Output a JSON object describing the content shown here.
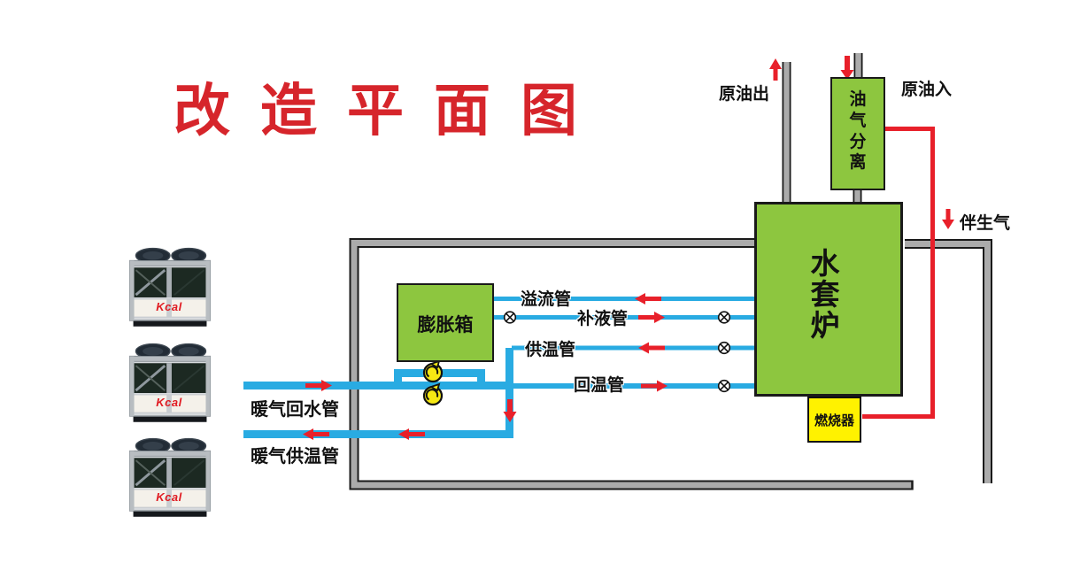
{
  "title": "改造平面图",
  "colors": {
    "title_red": "#d6252b",
    "flow_red": "#e8202a",
    "pipe_blue": "#29abe2",
    "equipment_green": "#8dc63f",
    "burner_yellow": "#fff200",
    "duct_gray": "#ababab",
    "outline_black": "#1a1a1a"
  },
  "heat_pumps": {
    "brand": "Kcal",
    "count": 3
  },
  "equipment": {
    "expansion_tank": "膨胀箱",
    "water_jacket_furnace": "水套炉",
    "oil_gas_separator": "油气分离",
    "burner": "燃烧器"
  },
  "flow_labels": {
    "crude_oil_out": "原油出",
    "crude_oil_in": "原油入",
    "associated_gas": "伴生气"
  },
  "pipe_labels": {
    "overflow": "溢流管",
    "makeup": "补液管",
    "supply": "供温管",
    "return": "回温管",
    "heating_return_water": "暖气回水管",
    "heating_supply": "暖气供温管"
  }
}
